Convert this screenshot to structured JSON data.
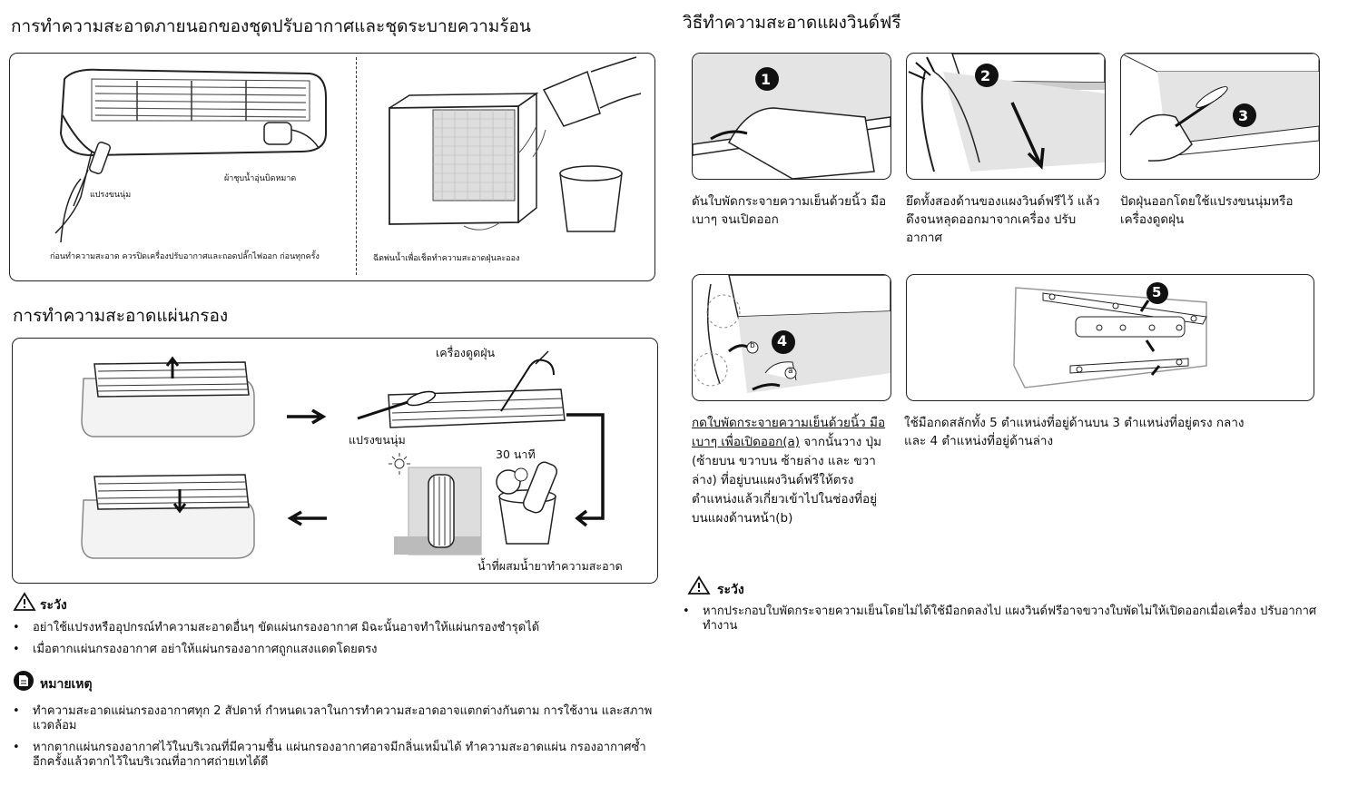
{
  "left": {
    "section1": {
      "title": "การทำความสะอาดภายนอกของชุดปรับอากาศและชุดระบายความร้อน",
      "labels": {
        "cloth": "ผ้าชุบน้ำอุ่นบิดหมาด",
        "brush": "แปรงขนนุ่ม",
        "caption_left": "ก่อนทำความสะอาด ควรปิดเครื่องปรับอากาศและถอดปลั๊กไฟออก ก่อนทุกครั้ง",
        "caption_right": "ฉีดพ่นน้ำเพื่อเช็ดทำความสะอาดฝุ่นละออง"
      }
    },
    "section2": {
      "title": "การทำความสะอาดแผ่นกรอง",
      "labels": {
        "vacuum": "เครื่องดูดฝุ่น",
        "brush": "แปรงขนนุ่ม",
        "time": "30 นาที",
        "solution": "น้ำที่ผสมน้ำยาทำความสะอาด"
      }
    },
    "caution": {
      "title": "ระวัง",
      "items": [
        "อย่าใช้แปรงหรืออุปกรณ์ทำความสะอาดอื่นๆ ขัดแผ่นกรองอากาศ มิฉะนั้นอาจทำให้แผ่นกรองชำรุดได้",
        "เมื่อตากแผ่นกรองอากาศ อย่าให้แผ่นกรองอากาศถูกแสงแดดโดยตรง"
      ]
    },
    "note": {
      "title": "หมายเหตุ",
      "items": [
        "ทำความสะอาดแผ่นกรองอากาศทุก 2 สัปดาห์ กำหนดเวลาในการทำความสะอาดอาจแตกต่างกันตาม การใช้งาน และสภาพแวดล้อม",
        "หากตากแผ่นกรองอากาศไว้ในบริเวณที่มีความชื้น แผ่นกรองอากาศอาจมีกลิ่นเหม็นได้ ทำความสะอาดแผ่น กรองอากาศซ้ำอีกครั้งแล้วตากไว้ในบริเวณที่อากาศถ่ายเทได้ดี"
      ]
    }
  },
  "right": {
    "title": "วิธีทำความสะอาดแผงวินด์ฟรี",
    "steps": [
      {
        "num": "1",
        "caption": "ดันใบพัดกระจายความเย็นด้วยนิ้ว มือเบาๆ จนเปิดออก"
      },
      {
        "num": "2",
        "caption": "ยึดทั้งสองด้านของแผงวินด์ฟรีไว้ แล้วดึงจนหลุดออกมาจากเครื่อง ปรับอากาศ"
      },
      {
        "num": "3",
        "caption": "ปัดฝุ่นออกโดยใช้แปรงขนนุ่มหรือ เครื่องดูดฝุ่น"
      },
      {
        "num": "4",
        "caption_underlined": "กดใบพัดกระจายความเย็นด้วยนิ้ว มือเบาๆ เพื่อเปิดออก(a)",
        "caption_rest": " จากนั้นวาง ปุ่ม (ซ้ายบน ขวาบน ซ้ายล่าง และ ขวาล่าง) ที่อยู่บนแผงวินด์ฟรีให้ตรง ตำแหน่งแล้วเกี่ยวเข้าไปในช่องที่อยู่ บนแผงด้านหน้า(b)",
        "mark_a": "a",
        "mark_b": "b"
      },
      {
        "num": "5",
        "caption": "ใช้มือกดสลักทั้ง 5 ตำแหน่งที่อยู่ด้านบน 3 ตำแหน่งที่อยู่ตรง กลาง และ 4 ตำแหน่งที่อยู่ด้านล่าง"
      }
    ],
    "caution": {
      "title": "ระวัง",
      "items": [
        "หากประกอบใบพัดกระจายความเย็นโดยไม่ได้ใช้มือกดลงไป แผงวินด์ฟรีอาจขวางใบพัดไม่ให้เปิดออกเมื่อเครื่อง ปรับอากาศทำงาน"
      ]
    }
  }
}
